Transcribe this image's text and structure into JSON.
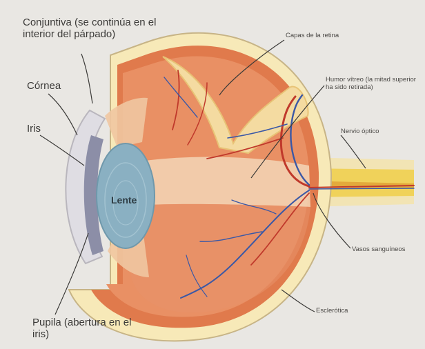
{
  "labels": {
    "conjuntiva": "Conjuntiva (se continúa en el interior del párpado)",
    "cornea": "Córnea",
    "iris": "Iris",
    "lente": "Lente",
    "pupila": "Pupila (abertura en el iris)",
    "capas_retina": "Capas de la retina",
    "humor_vitreo": "Humor vítreo (la mitad superior ha sido retirada)",
    "nervio_optico": "Nervio óptico",
    "vasos_sanguineos": "Vasos sanguíneos",
    "esclerotica": "Esclerótica"
  },
  "colors": {
    "background": "#e9e7e3",
    "sclera": "#f7e9b8",
    "choroid": "#e07a4c",
    "retina_interior": "#e99064",
    "lens": "#8ab0c2",
    "iris": "#8c8ea7",
    "vitreous": "#f3d6b6",
    "nerve": "#f0d25a",
    "artery": "#c0392b",
    "vein": "#3a58a6"
  }
}
